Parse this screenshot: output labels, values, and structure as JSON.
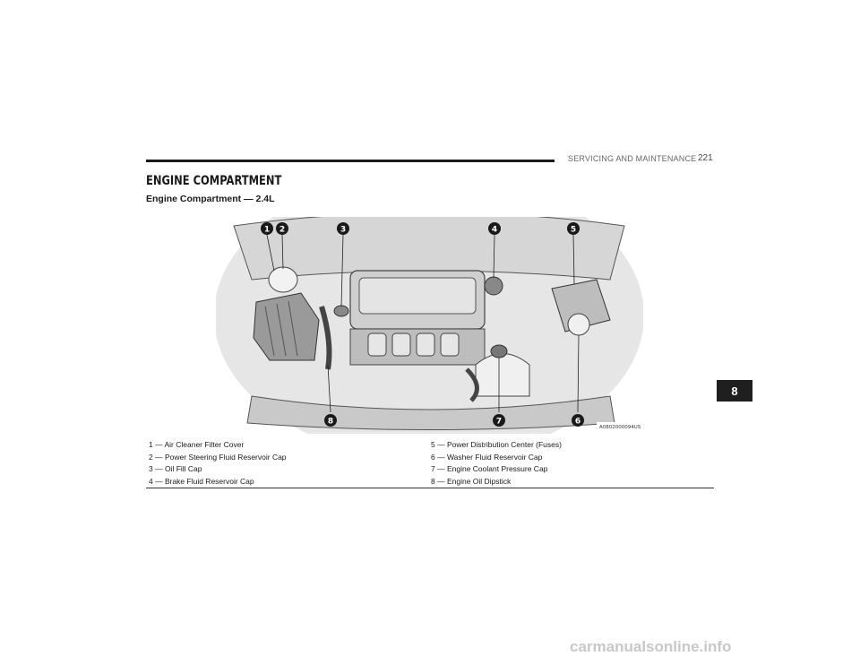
{
  "header": {
    "running_head": "SERVICING AND MAINTENANCE",
    "page_number": "221"
  },
  "section": {
    "title": "ENGINE COMPARTMENT",
    "subtitle": "Engine Compartment — 2.4L"
  },
  "figure": {
    "image_code": "A0802000094US",
    "callouts": [
      "1",
      "2",
      "3",
      "4",
      "5",
      "6",
      "7",
      "8"
    ]
  },
  "legend": {
    "rows": [
      {
        "left": "1 — Air Cleaner Filter Cover",
        "right": "5 — Power Distribution Center (Fuses)"
      },
      {
        "left": "2 — Power Steering Fluid Reservoir Cap",
        "right": "6 — Washer Fluid Reservoir Cap"
      },
      {
        "left": "3 — Oil Fill Cap",
        "right": "7 — Engine Coolant Pressure Cap"
      },
      {
        "left": "4 — Brake Fluid Reservoir Cap",
        "right": "8 — Engine Oil Dipstick"
      }
    ]
  },
  "chapter_tab": "8",
  "watermark": "carmanualsonline.info",
  "colors": {
    "text": "#1a1a1a",
    "tab_bg": "#1f1f1f",
    "figure_bg": "#e9e9e9"
  }
}
